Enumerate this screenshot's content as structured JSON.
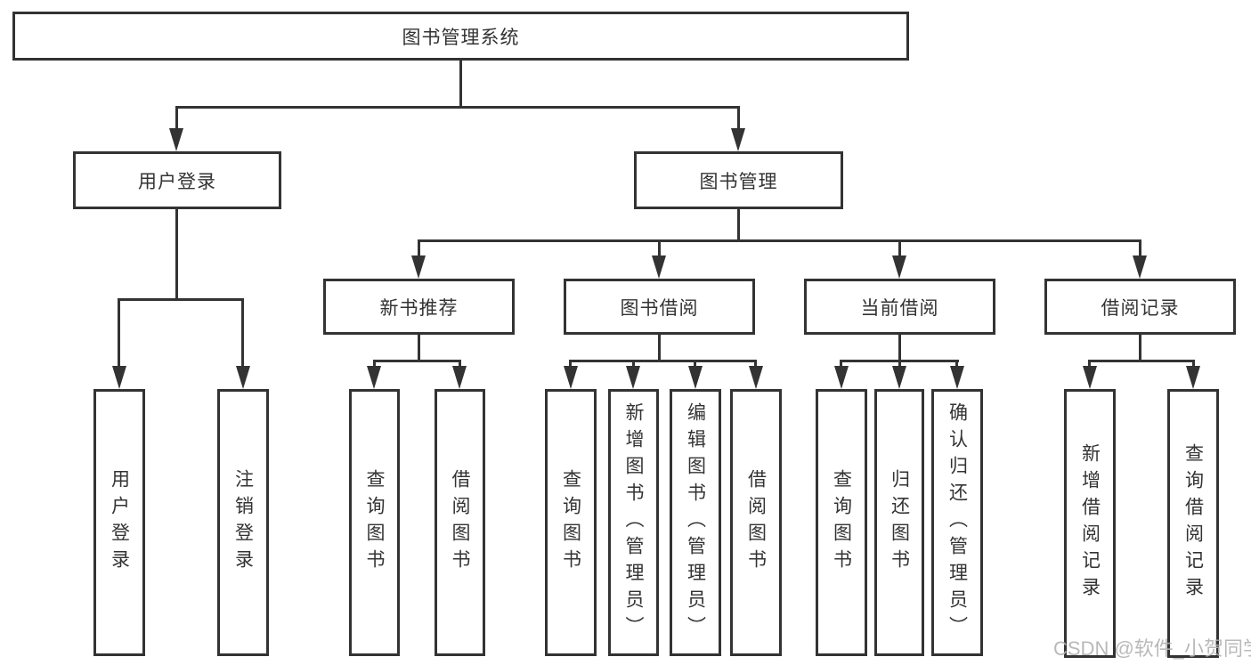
{
  "diagram": {
    "title": "图书管理系统",
    "type": "hierarchy-tree",
    "colors": {
      "line": "#333333",
      "border": "#333333",
      "text": "#333333",
      "background": "#ffffff",
      "watermark": "#b2b2b2"
    },
    "nodes": {
      "root": "图书管理系统",
      "user_login": "用户登录",
      "book_mgmt": "图书管理",
      "new_book_rec": "新书推荐",
      "book_borrow": "图书借阅",
      "current_borrow": "当前借阅",
      "borrow_records": "借阅记录",
      "leaf_user_login": "用户登录",
      "leaf_logout": "注销登录",
      "leaf_nbr_query_books": "查询图书",
      "leaf_nbr_borrow_books": "借阅图书",
      "leaf_bb_query_books": "查询图书",
      "leaf_bb_add_books_admin": "新增图书（管理员）",
      "leaf_bb_edit_books_admin": "编辑图书（管理员）",
      "leaf_bb_borrow_books": "借阅图书",
      "leaf_cb_query_books": "查询图书",
      "leaf_cb_return_books": "归还图书",
      "leaf_cb_confirm_return_admin": "确认归还（管理员）",
      "leaf_br_add_record": "新增借阅记录",
      "leaf_br_query_record": "查询借阅记录"
    },
    "structure": {
      "图书管理系统": [
        "用户登录",
        "图书管理"
      ],
      "用户登录": [
        "用户登录",
        "注销登录"
      ],
      "图书管理": [
        "新书推荐",
        "图书借阅",
        "当前借阅",
        "借阅记录"
      ],
      "新书推荐": [
        "查询图书",
        "借阅图书"
      ],
      "图书借阅": [
        "查询图书",
        "新增图书（管理员）",
        "编辑图书（管理员）",
        "借阅图书"
      ],
      "当前借阅": [
        "查询图书",
        "归还图书",
        "确认归还（管理员）"
      ],
      "借阅记录": [
        "新增借阅记录",
        "查询借阅记录"
      ]
    },
    "watermark": "CSDN @软件_小贺同学"
  }
}
